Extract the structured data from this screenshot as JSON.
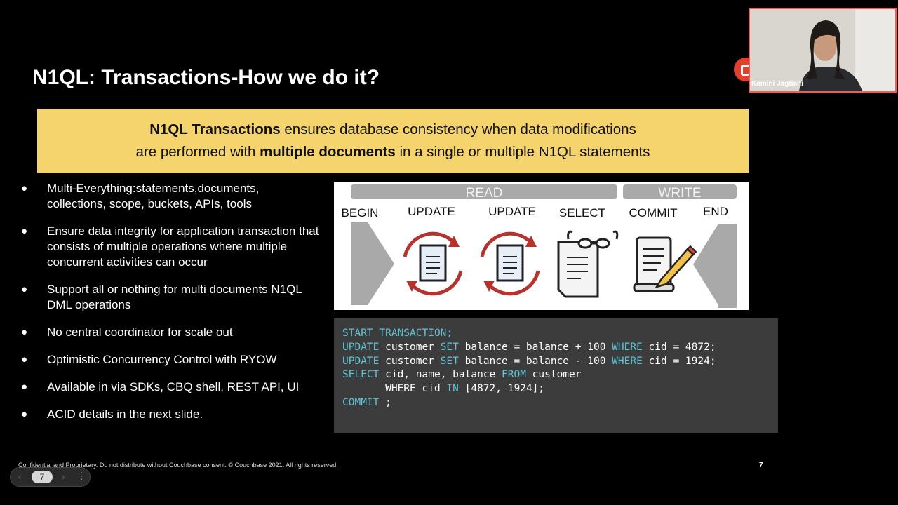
{
  "slide": {
    "title": "N1QL: Transactions-How we do it?",
    "banner": {
      "line1_bold": "N1QL Transactions",
      "line1_rest": " ensures database consistency when data modifications",
      "line2_pre": "are performed with ",
      "line2_bold": "multiple documents",
      "line2_post": " in a single or multiple N1QL statements"
    },
    "bullets": [
      "Multi-Everything:statements,documents, collections, scope, buckets, APIs, tools",
      "Ensure  data integrity for application transaction that consists of multiple operations where multiple concurrent activities can occur",
      "Support all or nothing for multi documents N1QL DML operations",
      "No central coordinator for scale out",
      "Optimistic Concurrency Control with RYOW",
      "Available in via SDKs, CBQ shell, REST API, UI",
      "ACID details in the next slide."
    ],
    "bullet_glyph": "●",
    "diagram": {
      "read_label": "READ",
      "write_label": "WRITE",
      "steps": [
        "BEGIN",
        "UPDATE",
        "UPDATE",
        "SELECT",
        "COMMIT",
        "END"
      ]
    },
    "code": {
      "lines": [
        [
          {
            "t": "START TRANSACTION;",
            "k": true
          }
        ],
        [
          {
            "t": "UPDATE",
            "k": true
          },
          {
            "t": " customer "
          },
          {
            "t": "SET",
            "k": true
          },
          {
            "t": " balance = balance + 100 "
          },
          {
            "t": "WHERE",
            "k": true
          },
          {
            "t": " cid = 4872;"
          }
        ],
        [
          {
            "t": "UPDATE",
            "k": true
          },
          {
            "t": " customer "
          },
          {
            "t": "SET",
            "k": true
          },
          {
            "t": " balance = balance - 100 "
          },
          {
            "t": "WHERE",
            "k": true
          },
          {
            "t": " cid = 1924;"
          }
        ],
        [
          {
            "t": "SELECT",
            "k": true
          },
          {
            "t": " cid, name, balance "
          },
          {
            "t": "FROM",
            "k": true
          },
          {
            "t": " customer"
          }
        ],
        [
          {
            "t": "       WHERE cid "
          },
          {
            "t": "IN",
            "k": true
          },
          {
            "t": " [4872, 1924];"
          }
        ],
        [
          {
            "t": "COMMIT",
            "k": true
          },
          {
            "t": " ;"
          }
        ]
      ]
    },
    "footer": "Confidential and Proprietary. Do not distribute without Couchbase consent. © Couchbase 2021. All rights reserved.",
    "page_number": "7"
  },
  "pager": {
    "current": "7",
    "prev_icon": "‹",
    "next_icon": "›",
    "more_icon": "⋮"
  },
  "video": {
    "participant_name": "Kamini Jagtiani"
  },
  "colors": {
    "banner": "#f5d36d",
    "code_bg": "#3c3c3c",
    "keyword": "#5fc3d4",
    "video_border": "#e8605a",
    "record": "#e0402e"
  }
}
